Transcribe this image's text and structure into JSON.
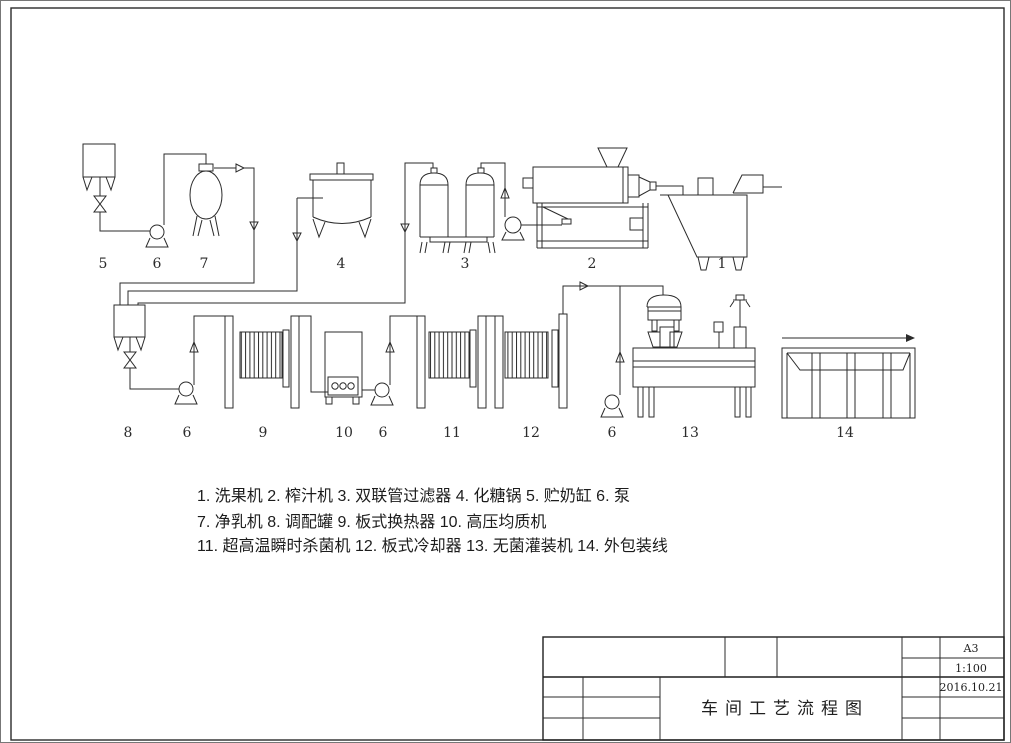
{
  "drawing": {
    "legend": {
      "lines": [
        "1. 洗果机  2. 榨汁机  3. 双联管过滤器  4. 化糖锅  5. 贮奶缸  6. 泵",
        "7. 净乳机  8. 调配罐  9. 板式换热器  10. 高压均质机",
        "11. 超高温瞬时杀菌机  12. 板式冷却器  13. 无菌灌装机  14. 外包装线"
      ]
    },
    "equipment_labels": {
      "row1": [
        "5",
        "6",
        "7",
        "4",
        "3",
        "2",
        "1"
      ],
      "row2": [
        "8",
        "6",
        "9",
        "10",
        "6",
        "11",
        "12",
        "6",
        "13",
        "14"
      ]
    },
    "title_block": {
      "title": "车间工艺流程图",
      "sheet_size": "A3",
      "scale": "1:100",
      "date": "2016.10.21"
    },
    "colors": {
      "line": "#2b2b2b",
      "background": "#ffffff"
    }
  }
}
